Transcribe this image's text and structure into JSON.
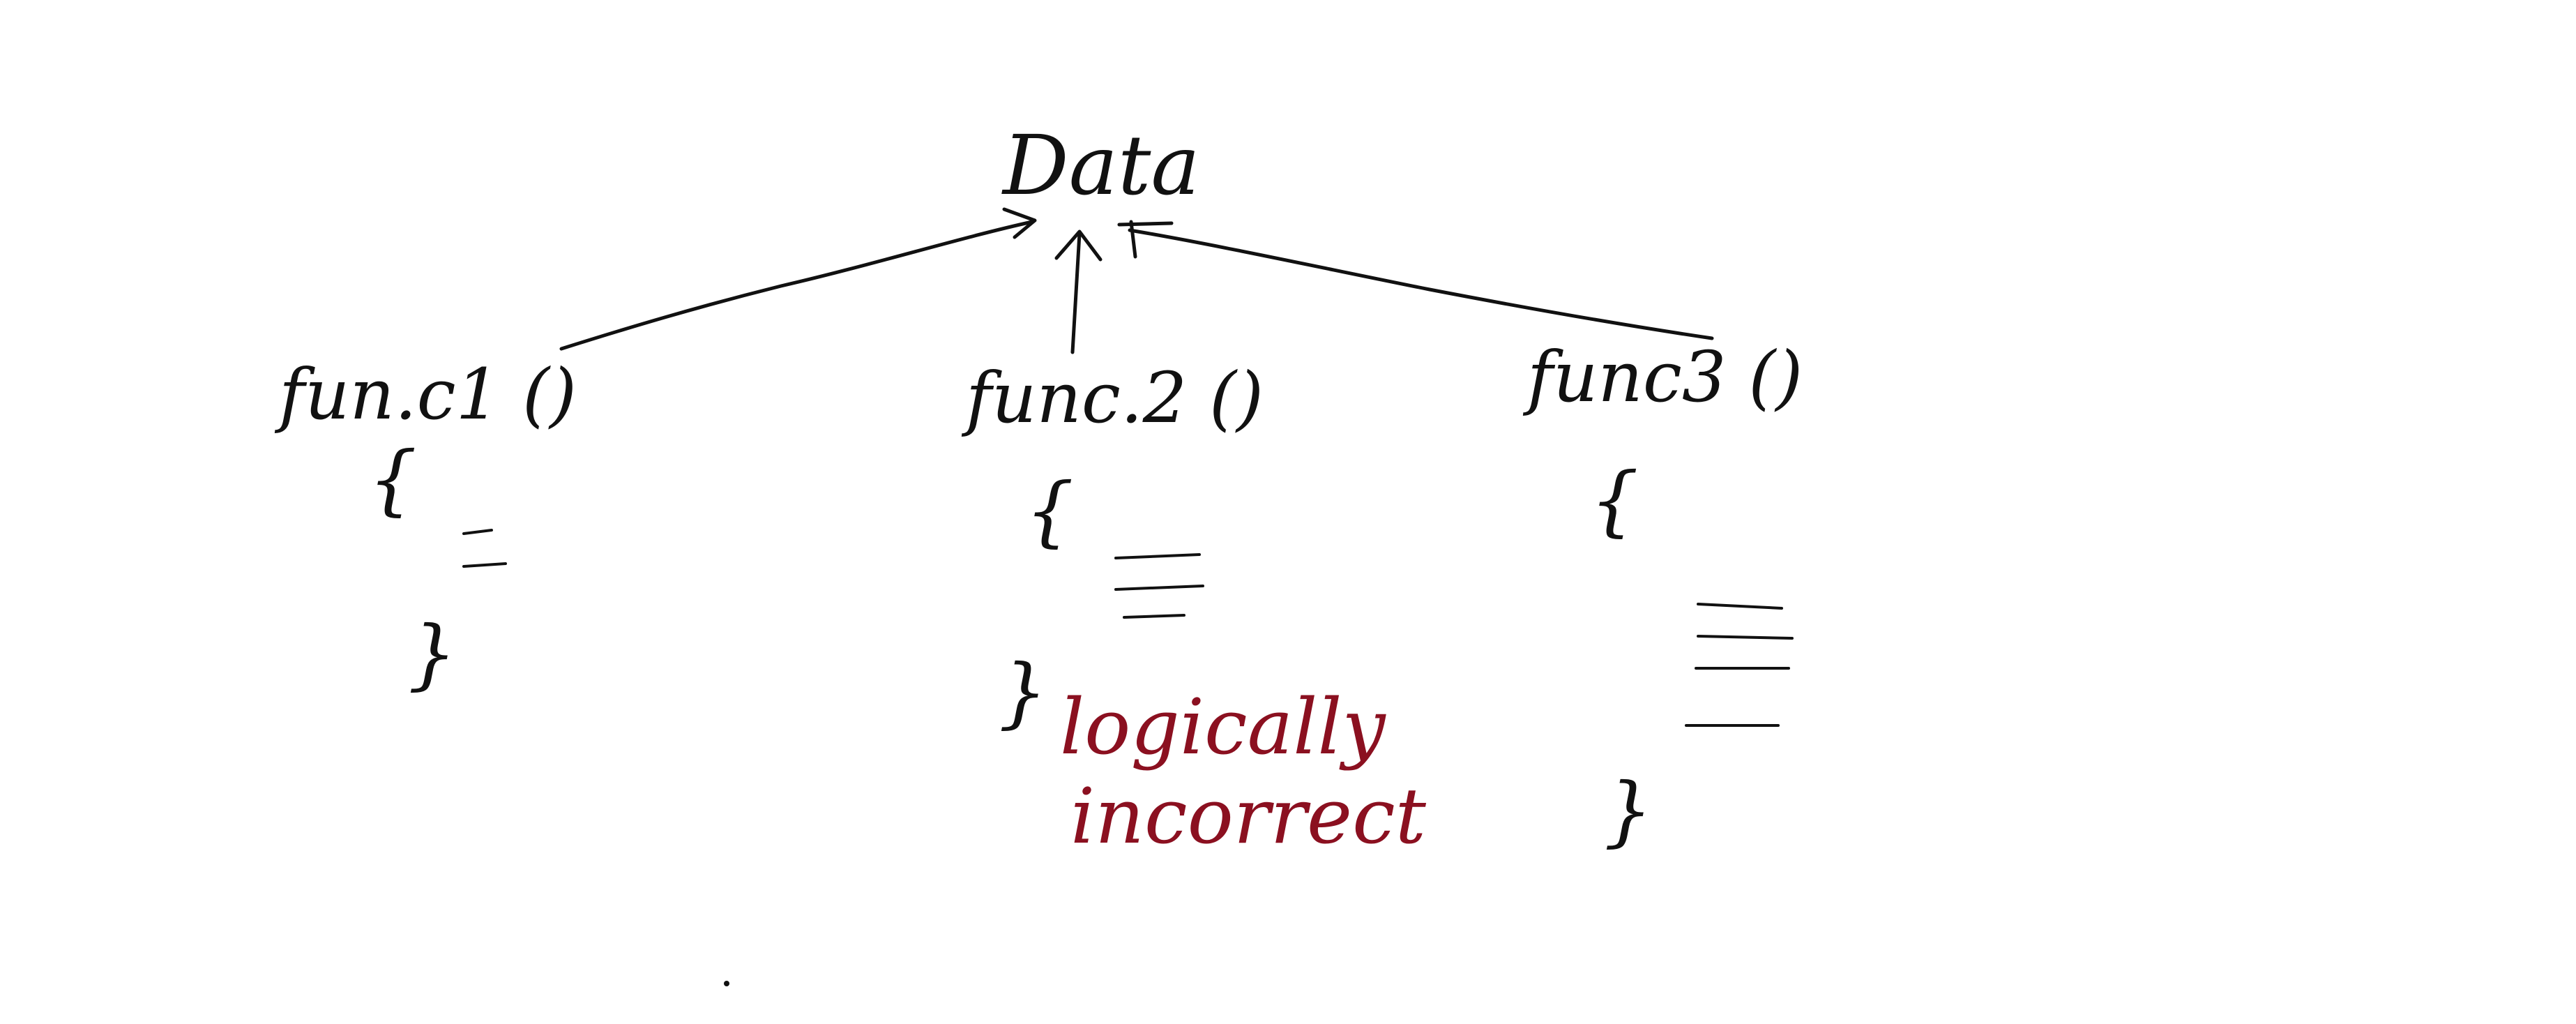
{
  "colors": {
    "background": "#ffffff",
    "ink": "#111111",
    "annotation": "#8b1020"
  },
  "diagram": {
    "root": {
      "label": "Data"
    },
    "functions": [
      {
        "label": "fun.c1 ()",
        "open_brace": "{",
        "close_brace": "}"
      },
      {
        "label": "func.2 ()",
        "open_brace": "{",
        "close_brace": "}"
      },
      {
        "label": "func3 ()",
        "open_brace": "{",
        "close_brace": "}"
      }
    ],
    "annotation": {
      "line1": "logically",
      "line2": "incorrect"
    }
  }
}
